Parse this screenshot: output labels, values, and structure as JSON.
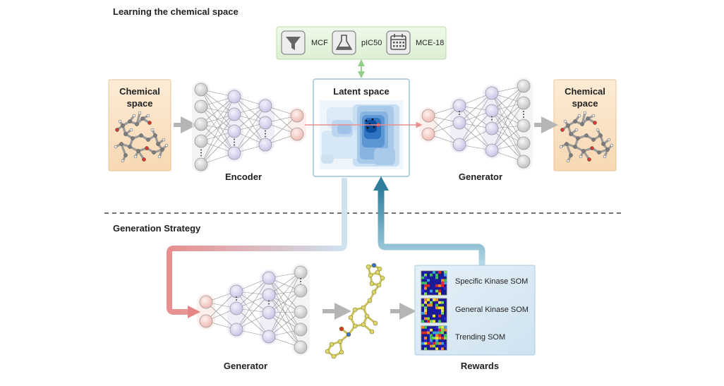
{
  "sections": {
    "learning_title": "Learning the chemical space",
    "generation_title": "Generation Strategy"
  },
  "input_box": {
    "line1": "Chemical",
    "line2": "space"
  },
  "output_box": {
    "line1": "Chemical",
    "line2": "space"
  },
  "encoder_label": "Encoder",
  "generator_top_label": "Generator",
  "generator_bottom_label": "Generator",
  "latent_label": "Latent space",
  "property_panel": {
    "items": [
      {
        "icon": "funnel-icon",
        "label": "MCF"
      },
      {
        "icon": "flask-icon",
        "label": "pIC50"
      },
      {
        "icon": "calendar-icon",
        "label": "MCE-18"
      }
    ]
  },
  "rewards": {
    "label": "Rewards",
    "items": [
      {
        "icon": "som-map-icon",
        "label": "Specific Kinase SOM"
      },
      {
        "icon": "som-map-icon",
        "label": "General Kinase SOM"
      },
      {
        "icon": "som-map-icon",
        "label": "Trending SOM"
      }
    ]
  },
  "colors": {
    "node_gray": "#d9d9d9",
    "node_purple": "#d8d2ee",
    "node_red": "#f6d0cc",
    "box_peach": "#fbe3c6",
    "panel_green": "#e6f5df",
    "panel_blue": "#dcebf6",
    "arrow_red": "#e88f8f",
    "arrow_blue": "#4d95ad",
    "latent_dark": "#0b4f9c"
  }
}
